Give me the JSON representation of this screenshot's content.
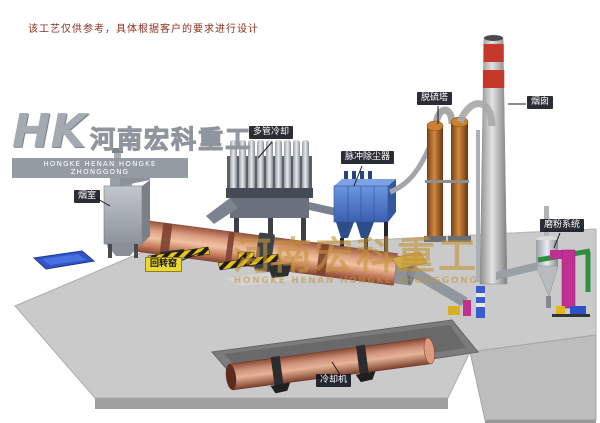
{
  "disclaimer": "该工艺仅供参考，具体根据客户的要求进行设计",
  "logo": {
    "monogram": "HK",
    "name_cn": "河南宏科重工",
    "name_en": "HONGKE HENAN HONGKE ZHONGGONG"
  },
  "watermark": {
    "text_cn": "河南宏科重工",
    "text_en": "HONGKE  HENAN HONGKE ZHONGGONG"
  },
  "labels": {
    "smoke_chamber": "烟室",
    "multi_tube_cooler": "多管冷却",
    "pulse_dust_collector": "脉冲除尘器",
    "desulfurization_tower": "脱硫塔",
    "chimney": "烟囱",
    "rotary_kiln": "回转窑",
    "cooler": "冷却机",
    "grinding_system": "磨粉系统"
  },
  "colors": {
    "kiln_body": "#d99a7e",
    "dust_collector_blue": "#4a7ac8",
    "tower_orange": "#c07830",
    "chimney_band_red": "#c4392a",
    "hazard_yellow": "#e8c21a",
    "watermark_gold": "#c49438",
    "ground_gray": "#cacaca"
  }
}
